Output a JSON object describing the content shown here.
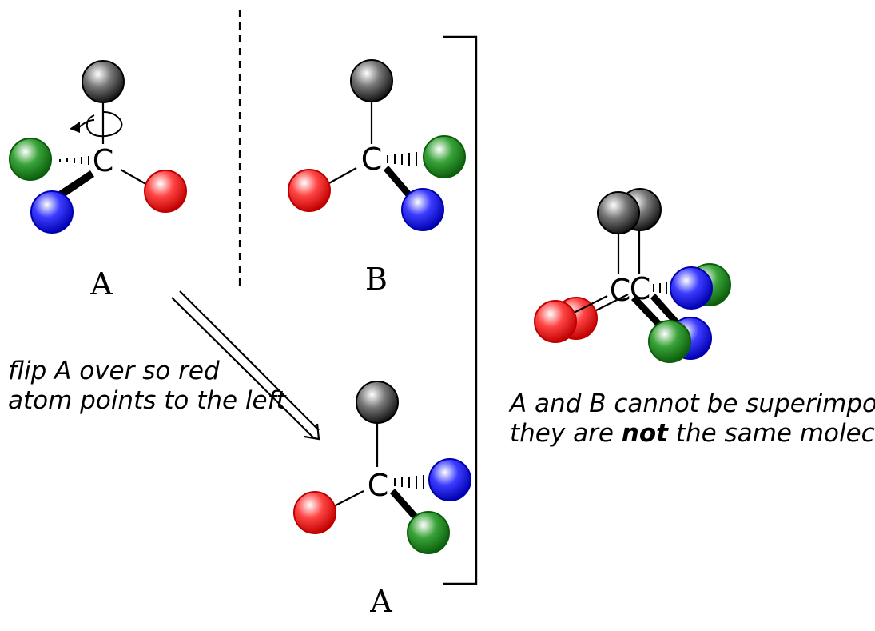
{
  "atom_symbol": "C",
  "labels": {
    "mol_a_top": "A",
    "mol_b": "B",
    "mol_a_bottom": "A"
  },
  "captions": {
    "flip_line1": "flip A over so red",
    "flip_line2": "atom points to the left",
    "super_line1": "A and B cannot be superimposed;",
    "super_line2_before": "they are ",
    "super_line2_bold": "not",
    "super_line2_after": " the same molecule"
  },
  "colors": {
    "black_atom": "#111111",
    "green_atom": "#1c8a1c",
    "blue_atom": "#1a1aff",
    "red_atom": "#ff1a1a"
  }
}
